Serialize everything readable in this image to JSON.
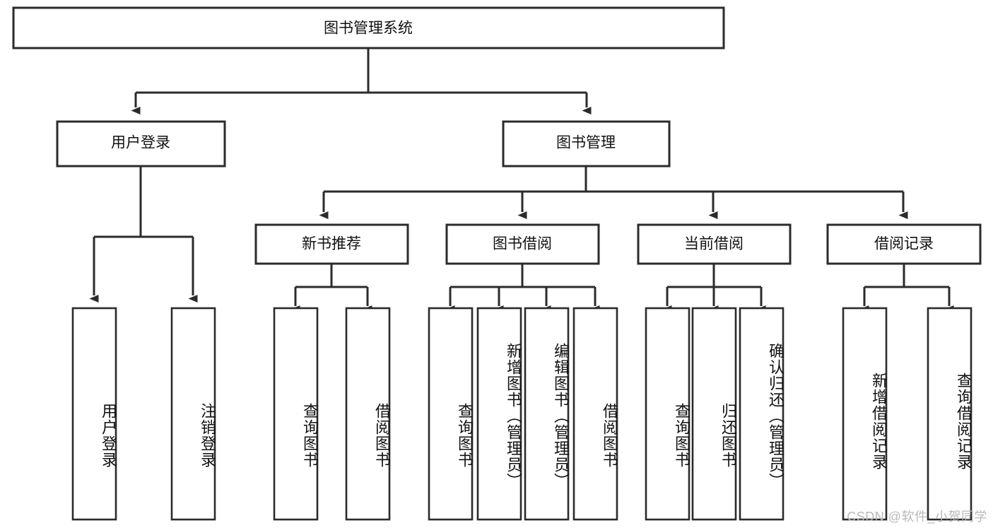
{
  "diagram": {
    "type": "hierarchy-tree",
    "title": "图书管理系统",
    "root": {
      "id": "root",
      "label": "图书管理系统",
      "level": 0
    },
    "level1": [
      {
        "id": "user-login",
        "label": "用户登录"
      },
      {
        "id": "book-management",
        "label": "图书管理"
      }
    ],
    "level2": [
      {
        "id": "new-book-recommend",
        "label": "新书推荐",
        "parent": "book-management"
      },
      {
        "id": "book-borrow",
        "label": "图书借阅",
        "parent": "book-management"
      },
      {
        "id": "current-borrow",
        "label": "当前借阅",
        "parent": "book-management"
      },
      {
        "id": "borrow-record",
        "label": "借阅记录",
        "parent": "book-management"
      }
    ],
    "leaves": [
      {
        "id": "leaf-user-login",
        "label": "用户登录",
        "parent": "user-login"
      },
      {
        "id": "leaf-logout-login",
        "label": "注销登录",
        "parent": "user-login"
      },
      {
        "id": "leaf-query-book-1",
        "label": "查询图书",
        "parent": "new-book-recommend"
      },
      {
        "id": "leaf-borrow-book-1",
        "label": "借阅图书",
        "parent": "new-book-recommend"
      },
      {
        "id": "leaf-query-book-2",
        "label": "查询图书",
        "parent": "book-borrow"
      },
      {
        "id": "leaf-add-book",
        "label": "新增图书（管理员）",
        "parent": "book-borrow"
      },
      {
        "id": "leaf-edit-book",
        "label": "编辑图书（管理员）",
        "parent": "book-borrow"
      },
      {
        "id": "leaf-borrow-book-2",
        "label": "借阅图书",
        "parent": "book-borrow"
      },
      {
        "id": "leaf-query-book-3",
        "label": "查询图书",
        "parent": "current-borrow"
      },
      {
        "id": "leaf-return-book",
        "label": "归还图书",
        "parent": "current-borrow"
      },
      {
        "id": "leaf-confirm-return",
        "label": "确认归还（管理员）",
        "parent": "current-borrow"
      },
      {
        "id": "leaf-add-record",
        "label": "新增借阅记录",
        "parent": "borrow-record"
      },
      {
        "id": "leaf-query-record",
        "label": "查询借阅记录",
        "parent": "borrow-record"
      }
    ],
    "colors": {
      "box_stroke": "#2b2b2b",
      "box_fill": "#ffffff",
      "connector": "#2b2b2b",
      "text": "#111111",
      "background": "#ffffff",
      "watermark": "#b9b9b9"
    }
  },
  "watermark": {
    "text": "CSDN @软件_小贺同学"
  }
}
